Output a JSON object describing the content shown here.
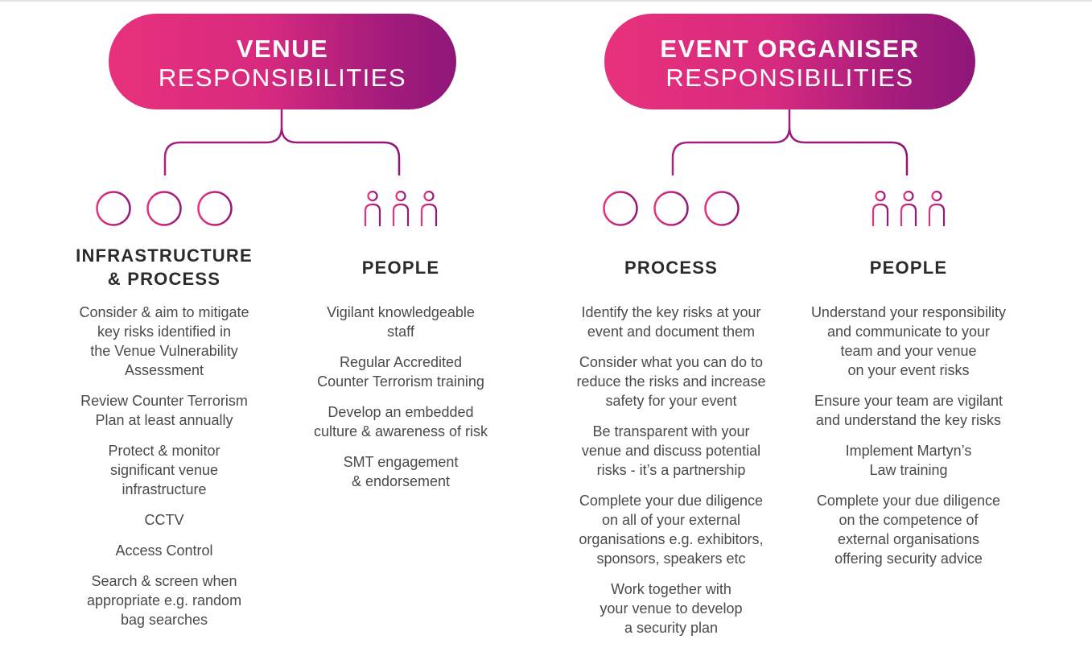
{
  "venue": {
    "title_strong": "VENUE",
    "title_light": "RESPONSIBILITIES",
    "infrastructure": {
      "heading_lines": [
        "INFRASTRUCTURE",
        "& PROCESS"
      ],
      "items": [
        [
          "Consider & aim to mitigate",
          "key risks identified in",
          "the Venue Vulnerability",
          "Assessment"
        ],
        [
          "Review Counter Terrorism",
          "Plan at least annually"
        ],
        [
          "Protect & monitor",
          "significant venue",
          "infrastructure"
        ],
        [
          "CCTV"
        ],
        [
          "Access Control"
        ],
        [
          "Search & screen when",
          "appropriate e.g. random",
          "bag searches"
        ]
      ]
    },
    "people": {
      "heading_lines": [
        "PEOPLE"
      ],
      "items": [
        [
          "Vigilant knowledgeable",
          "staff"
        ],
        [
          "Regular Accredited",
          "Counter Terrorism training"
        ],
        [
          "Develop an embedded",
          "culture & awareness of risk"
        ],
        [
          "SMT engagement",
          "& endorsement"
        ]
      ]
    }
  },
  "organiser": {
    "title_strong": "EVENT ORGANISER",
    "title_light": "RESPONSIBILITIES",
    "process": {
      "heading_lines": [
        "PROCESS"
      ],
      "items": [
        [
          "Identify the key risks at your",
          "event and document them"
        ],
        [
          "Consider what you can do to",
          "reduce the risks and increase",
          "safety for your event"
        ],
        [
          "Be transparent with your",
          "venue and discuss potential",
          "risks - it’s a partnership"
        ],
        [
          "Complete your due diligence",
          "on all of your external",
          "organisations e.g. exhibitors,",
          "sponsors, speakers etc"
        ],
        [
          "Work together with",
          "your venue to develop",
          "a security plan"
        ]
      ]
    },
    "people": {
      "heading_lines": [
        "PEOPLE"
      ],
      "items": [
        [
          "Understand your responsibility",
          "and communicate to your",
          "team and your venue",
          "on your event risks"
        ],
        [
          "Ensure your team are vigilant",
          "and understand the key risks"
        ],
        [
          "Implement Martyn’s",
          "Law training"
        ],
        [
          "Complete your due diligence",
          "on the competence of",
          "external organisations",
          "offering security advice"
        ]
      ]
    }
  },
  "icons": {
    "process": "process-circles-icon",
    "people": "people-group-icon"
  },
  "colors": {
    "gradient_start": "#e8317c",
    "gradient_end": "#8e1778",
    "heading_text": "#2b2b2b",
    "body_text": "#4a4a4a"
  }
}
